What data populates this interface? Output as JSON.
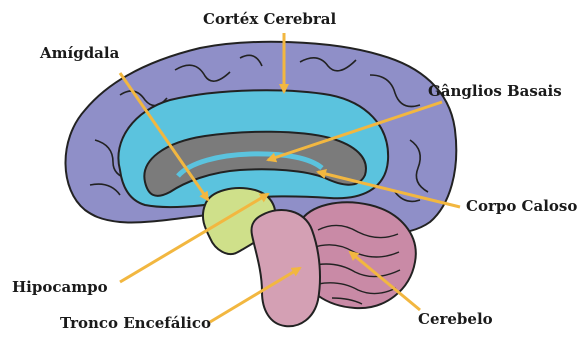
{
  "labels": {
    "cortex": "Cortéx Cerebral",
    "amigdala": "Amígdala",
    "ganglios": "Gânglios Basais",
    "corpo_caloso": "Corpo Caloso",
    "hipocampo": "Hipocampo",
    "tronco": "Tronco Encefálico",
    "cerebelo": "Cerebelo"
  },
  "colors": {
    "cortex": "#8f8fc8",
    "inner_region": "#5bc3de",
    "corpo_caloso": "#7b7b7b",
    "hipocampo": "#cfe08a",
    "tronco": "#d4a0b4",
    "cerebelo": "#c98aa6",
    "arrow": "#f2b740"
  }
}
